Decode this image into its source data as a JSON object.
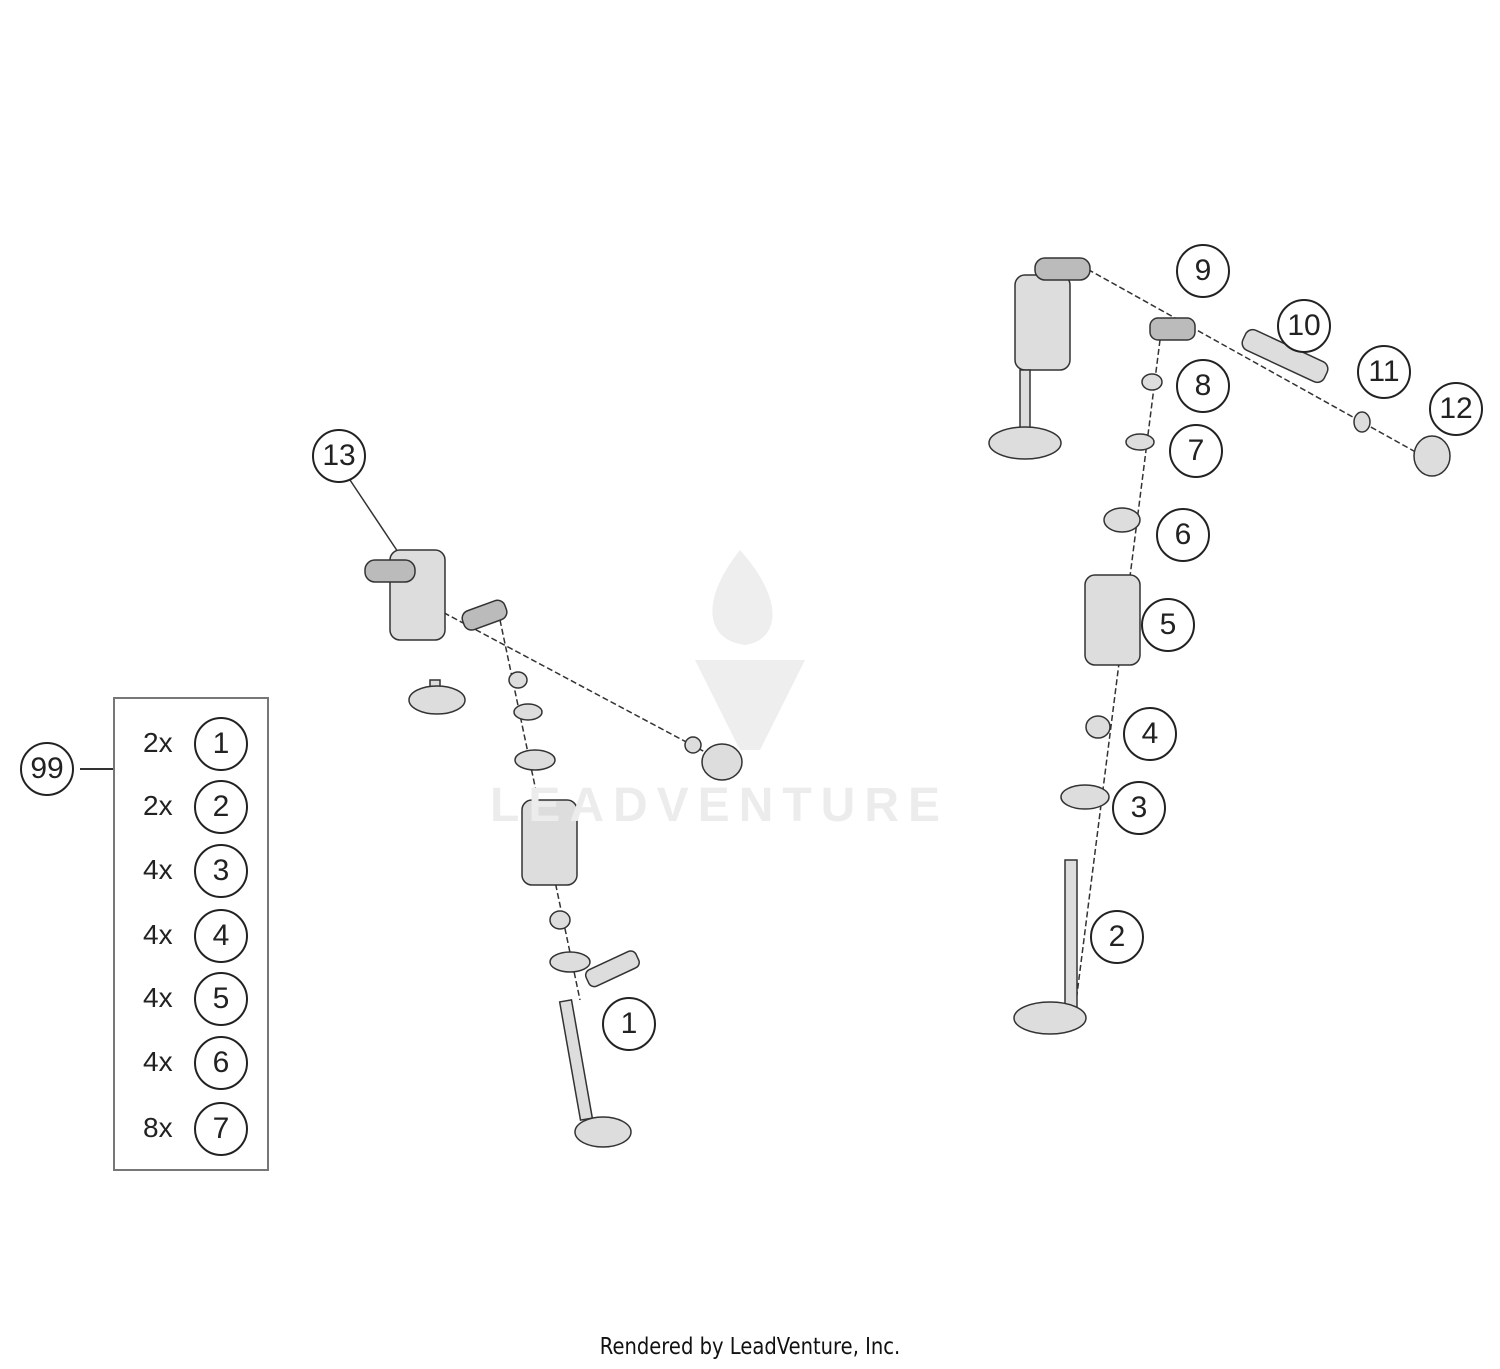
{
  "diagram": {
    "callouts": [
      "13",
      "9",
      "10",
      "11",
      "12",
      "8",
      "7",
      "6",
      "5",
      "4",
      "3",
      "2",
      "1",
      "99"
    ],
    "kit": {
      "label": "99",
      "items": [
        {
          "qty": "2x",
          "ref": "1"
        },
        {
          "qty": "2x",
          "ref": "2"
        },
        {
          "qty": "4x",
          "ref": "3"
        },
        {
          "qty": "4x",
          "ref": "4"
        },
        {
          "qty": "4x",
          "ref": "5"
        },
        {
          "qty": "4x",
          "ref": "6"
        },
        {
          "qty": "8x",
          "ref": "7"
        }
      ]
    },
    "watermark": "LEADVENTURE",
    "footer": "Rendered by LeadVenture, Inc."
  }
}
